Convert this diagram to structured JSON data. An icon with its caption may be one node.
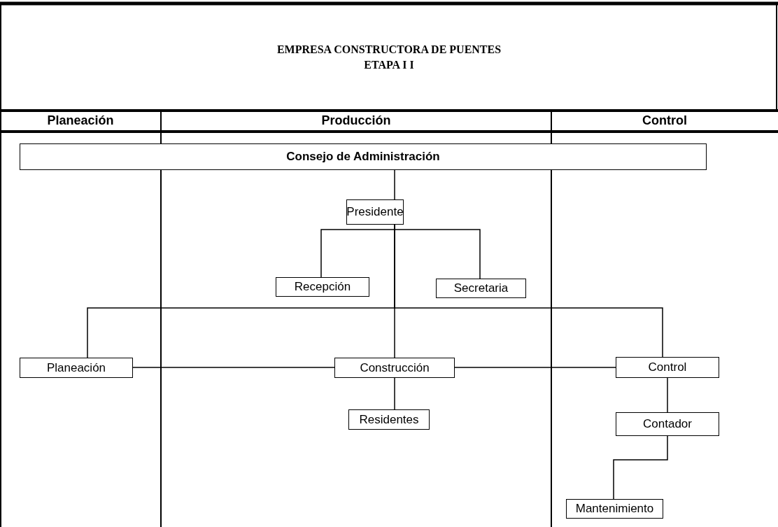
{
  "diagram": {
    "title": "EMPRESA CONSTRUCTORA DE PUENTES",
    "nodes": [
      {
        "text": [
          "Consejo de Administración"
        ]
      },
      {
        "text": [
          "Presidente"
        ]
      },
      {
        "text": [
          "Recepción"
        ]
      },
      {
        "text": [
          "Secretaria"
        ]
      },
      {
        "text": [
          "Planeación"
        ]
      },
      {
        "text": [
          "Construcción"
        ]
      },
      {
        "text": [
          "Control"
        ]
      },
      {
        "text": [
          "Residentes"
        ]
      },
      {
        "text": [
          "Contador"
        ]
      },
      {
        "text": [
          "Mantenimiento"
        ]
      }
    ],
    "edges": [
      {
        "from": 0,
        "to": 1,
        "arrow": "none"
      },
      {
        "from": 1,
        "to": 2,
        "arrow": "none"
      },
      {
        "from": 1,
        "to": 3,
        "arrow": "none"
      },
      {
        "from": 1,
        "to": 5,
        "arrow": "none"
      },
      {
        "from": 1,
        "to": 4,
        "arrow": "none"
      },
      {
        "from": 1,
        "to": 6,
        "arrow": "none"
      },
      {
        "from": 4,
        "to": 5,
        "arrow": "none"
      },
      {
        "from": 5,
        "to": 6,
        "arrow": "none"
      },
      {
        "from": 5,
        "to": 7,
        "arrow": "none"
      },
      {
        "from": 6,
        "to": 8,
        "arrow": "none"
      },
      {
        "from": 8,
        "to": 9,
        "arrow": "none"
      }
    ],
    "labels": [
      "ETAPA I I",
      "Planeación",
      "Producción",
      "Control"
    ]
  }
}
